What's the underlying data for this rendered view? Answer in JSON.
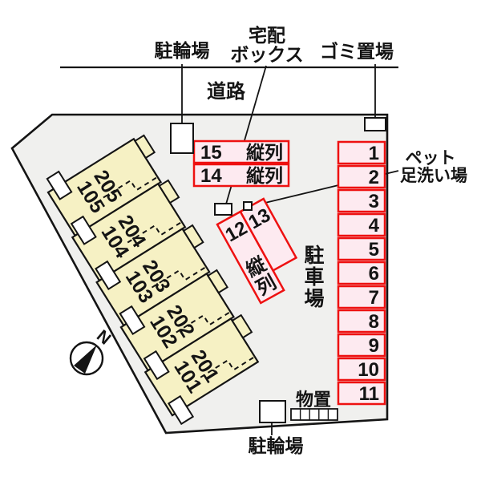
{
  "colors": {
    "site_fill": "#f0f0ee",
    "outline": "#141414",
    "building_fill": "#f6f1c4",
    "space_fill": "#fdeaf0",
    "space_border": "#ee1111",
    "white": "#ffffff"
  },
  "labels": {
    "bicycle_parking_top": "駐輪場",
    "delivery_box_line1": "宅配",
    "delivery_box_line2": "ボックス",
    "garbage_area": "ゴミ置場",
    "road": "道路",
    "pet_wash_line1": "ペット",
    "pet_wash_line2": "足洗い場",
    "parking_lot_chars": [
      "駐",
      "車",
      "場"
    ],
    "tandem_chars": [
      "縦",
      "列"
    ],
    "storage": "物置",
    "bicycle_parking_bottom": "駐輪場",
    "north": "N"
  },
  "building": {
    "units": [
      {
        "upper": "205",
        "lower": "105"
      },
      {
        "upper": "204",
        "lower": "104"
      },
      {
        "upper": "203",
        "lower": "103"
      },
      {
        "upper": "202",
        "lower": "102"
      },
      {
        "upper": "201",
        "lower": "101"
      }
    ]
  },
  "parking": {
    "right_spaces": [
      "1",
      "2",
      "3",
      "4",
      "5",
      "6",
      "7",
      "8",
      "9",
      "10",
      "11"
    ],
    "tandem_rows": [
      {
        "number": "15",
        "note": "縦列"
      },
      {
        "number": "14",
        "note": "縦列"
      }
    ],
    "angled_spaces": [
      "12",
      "13"
    ]
  }
}
